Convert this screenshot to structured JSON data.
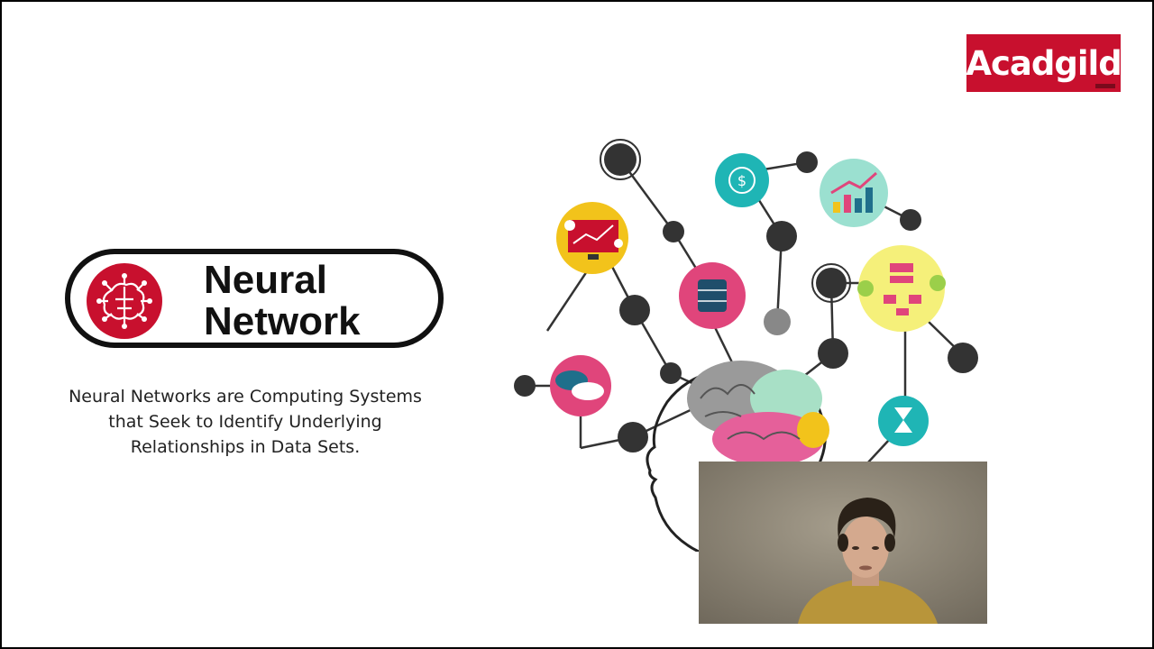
{
  "logo": {
    "text": "Acadgild"
  },
  "title": {
    "line1": "Neural",
    "line2": "Network"
  },
  "description": {
    "line1": "Neural Networks are Computing Systems",
    "line2": "that Seek to Identify Underlying",
    "line3": "Relationships in Data Sets."
  },
  "colors": {
    "brand_red": "#c8102e",
    "teal": "#1fb5b5",
    "yellow": "#f2c31b",
    "pink": "#e0457b",
    "node_dark": "#333333"
  },
  "icons": [
    "brain-circuit-icon",
    "dollar-icon",
    "bar-chart-icon",
    "monitor-chart-icon",
    "database-icon",
    "flowchart-icon",
    "cloud-icon",
    "hourglass-icon",
    "brain-icon"
  ]
}
